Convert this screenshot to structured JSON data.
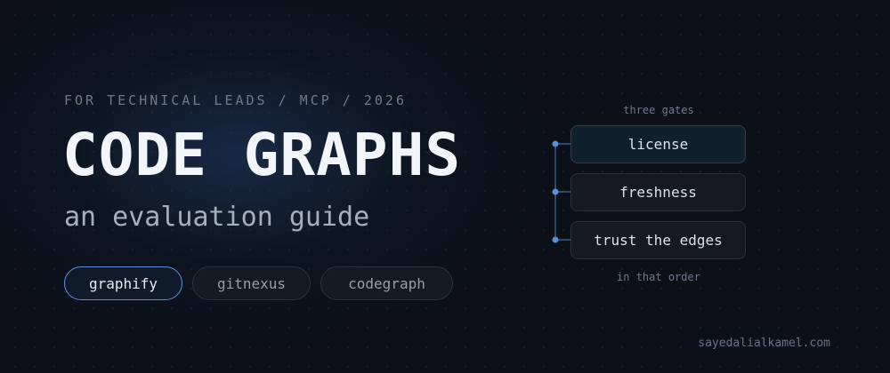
{
  "hero": {
    "eyebrow": "FOR TECHNICAL LEADS / MCP / 2026",
    "title": "CODE GRAPHS",
    "subtitle": "an evaluation guide"
  },
  "tools": [
    {
      "label": "graphify",
      "active": true
    },
    {
      "label": "gitnexus",
      "active": false
    },
    {
      "label": "codegraph",
      "active": false
    }
  ],
  "gates": {
    "caption_top": "three gates",
    "items": [
      "license",
      "freshness",
      "trust the edges"
    ],
    "caption_bottom": "in that order"
  },
  "footer": {
    "site": "sayedalialkamel.com"
  },
  "colors": {
    "background": "#0b1019",
    "accent": "#5a8fda",
    "title": "#f2f5fa"
  }
}
